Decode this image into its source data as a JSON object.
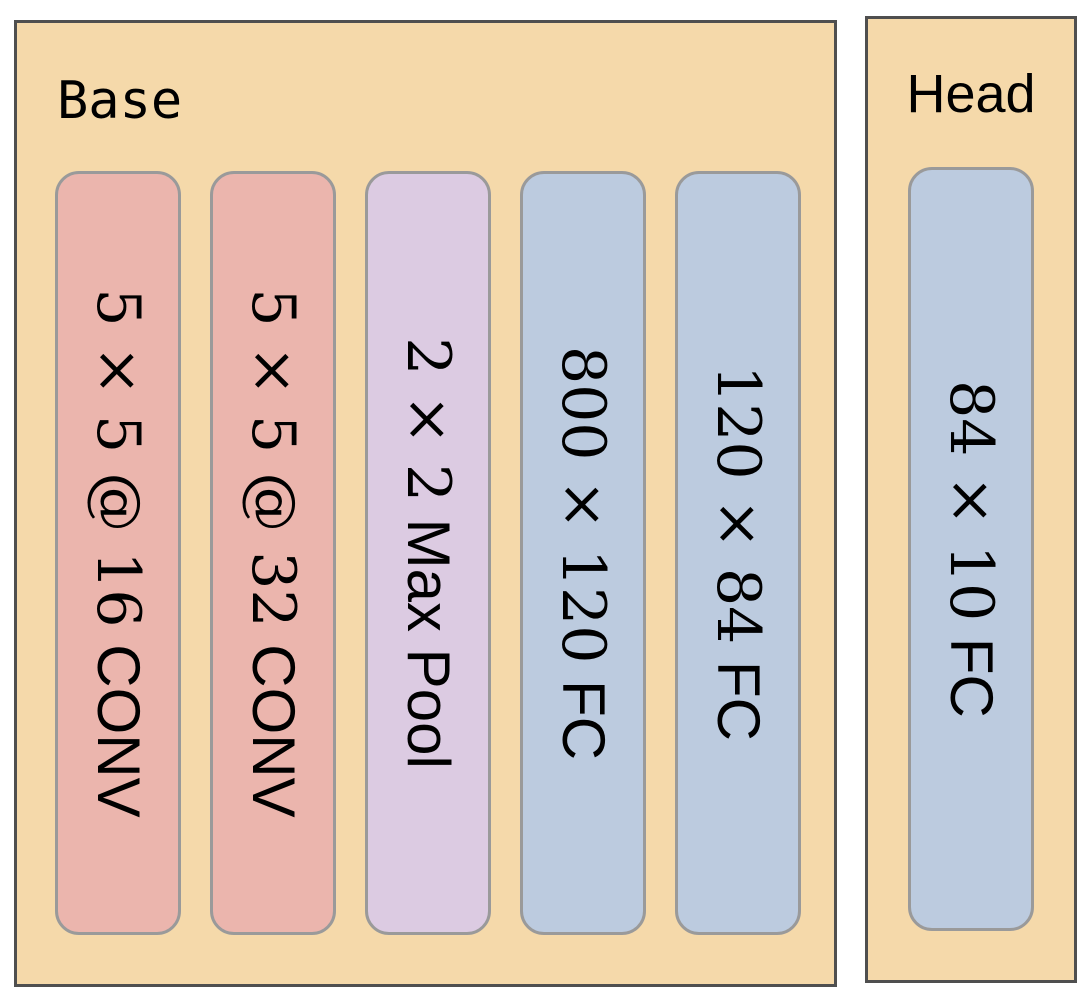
{
  "base": {
    "title": "Base",
    "layers": [
      {
        "dims": "5 × 5 @ 16",
        "kind": "CONV",
        "category": "conv"
      },
      {
        "dims": "5 × 5 @ 32",
        "kind": "CONV",
        "category": "conv"
      },
      {
        "dims": "2 × 2",
        "kind": "Max Pool",
        "category": "pool"
      },
      {
        "dims": "800 × 120",
        "kind": "FC",
        "category": "fc"
      },
      {
        "dims": "120 × 84",
        "kind": "FC",
        "category": "fc"
      }
    ]
  },
  "head": {
    "title": "Head",
    "layers": [
      {
        "dims": "84 × 10",
        "kind": "FC",
        "category": "fc"
      }
    ]
  },
  "colors": {
    "group_fill": "#f5d9aa",
    "group_border": "#4f4f4f",
    "conv_fill": "#ebb5ad",
    "pool_fill": "#dccbe2",
    "fc_fill": "#bccbdf",
    "layer_border": "#9a9a9a"
  }
}
